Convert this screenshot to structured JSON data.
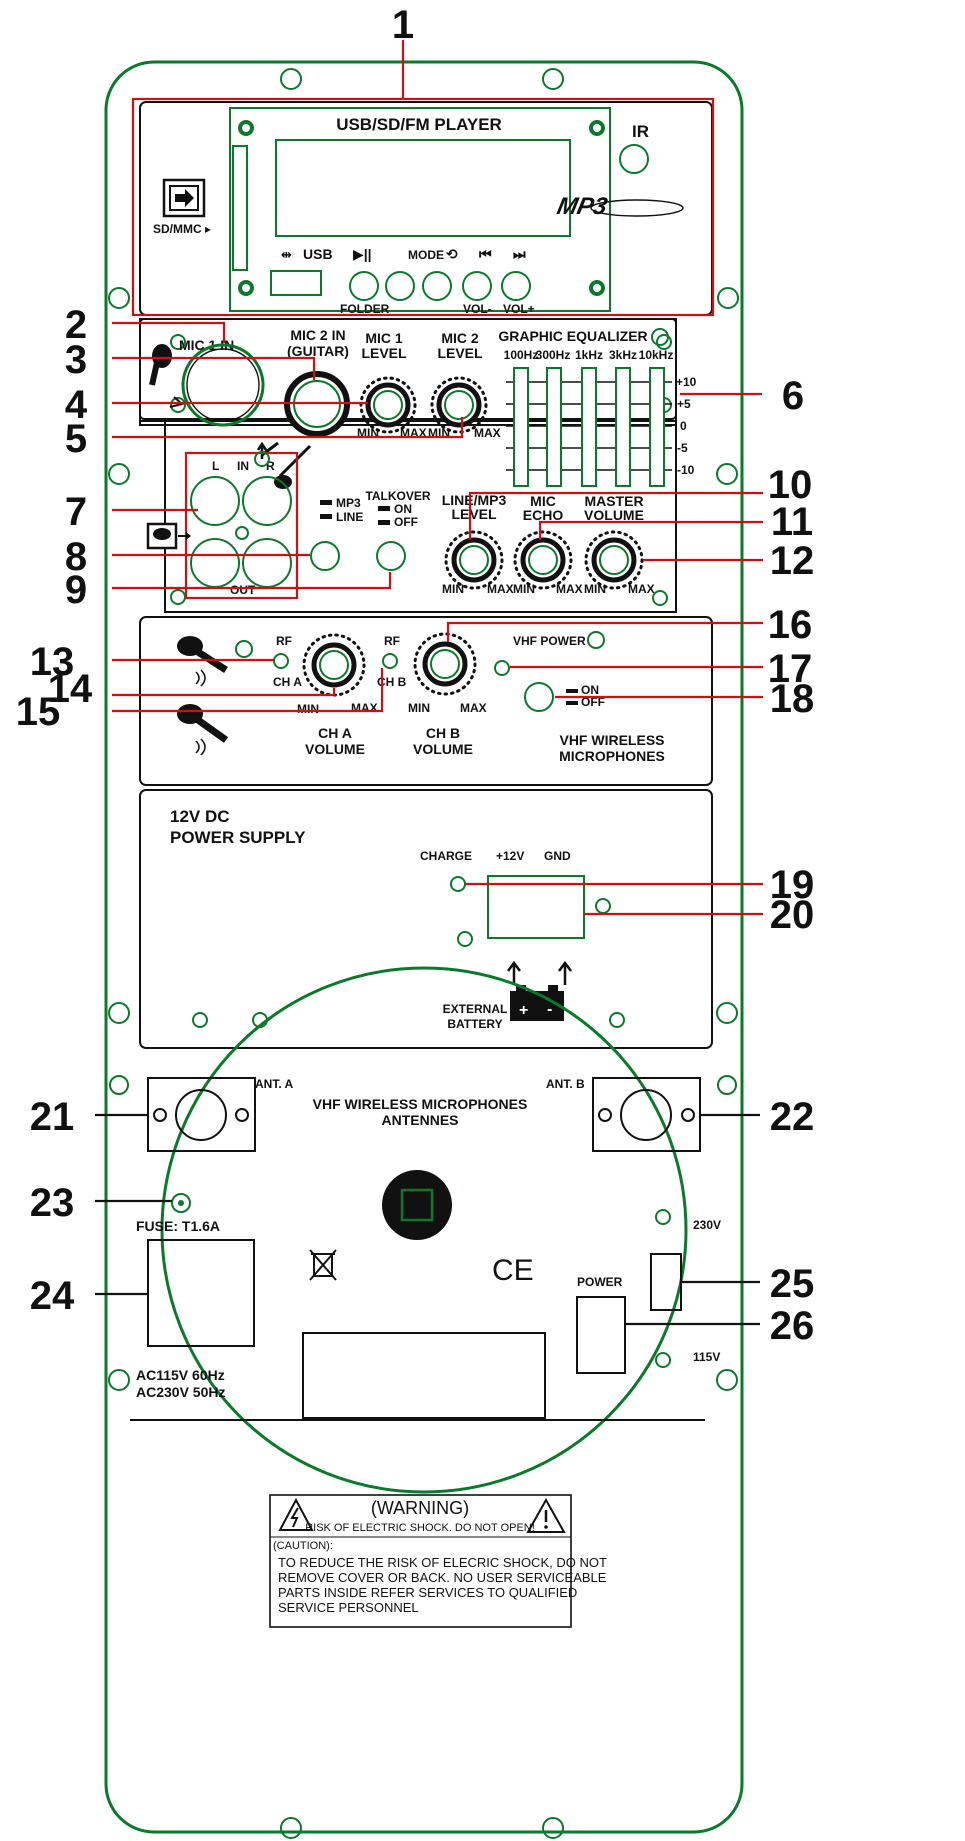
{
  "player": {
    "title": "USB/SD/FM PLAYER",
    "ir": "IR",
    "mp3_logo": "MP3",
    "sd_label": "SD/MMC ▸",
    "usb": "USB",
    "play": "▶||",
    "mode": "MODE",
    "folder": "FOLDER",
    "vol_minus": "VOL-",
    "vol_plus": "VOL+"
  },
  "mixer": {
    "mic1_in": "MIC 1 IN",
    "mic2_in_1": "MIC 2 IN",
    "mic2_in_2": "(GUITAR)",
    "mic1_level_1": "MIC 1",
    "mic1_level_2": "LEVEL",
    "mic2_level_1": "MIC 2",
    "mic2_level_2": "LEVEL",
    "min": "MIN",
    "max": "MAX",
    "eq_title": "GRAPHIC EQUALIZER",
    "eq_bands": [
      "100Hz",
      "300Hz",
      "1kHz",
      "3kHz",
      "10kHz"
    ],
    "eq_scale": [
      "+10",
      "+5",
      "0",
      "-5",
      "-10"
    ],
    "in_l": "L",
    "in_label": "IN",
    "in_r": "R",
    "out_label": "OUT",
    "mp3": "MP3",
    "line": "LINE",
    "talkover": "TALKOVER",
    "on": "ON",
    "off": "OFF",
    "line_mp3_1": "LINE/MP3",
    "line_mp3_2": "LEVEL",
    "mic_echo_1": "MIC",
    "mic_echo_2": "ECHO",
    "master_1": "MASTER",
    "master_2": "VOLUME"
  },
  "wireless": {
    "rf": "RF",
    "cha": "CH A",
    "chb": "CH B",
    "cha_vol_1": "CH A",
    "chb_vol_1": "CH B",
    "volume": "VOLUME",
    "vhf_power": "VHF POWER",
    "title_1": "VHF WIRELESS",
    "title_2": "MICROPHONES"
  },
  "power": {
    "title_1": "12V DC",
    "title_2": "POWER SUPPLY",
    "charge": "CHARGE",
    "plus12": "+12V",
    "gnd": "GND",
    "ext_1": "EXTERNAL",
    "ext_2": "BATTERY",
    "plus": "+",
    "minus": "-"
  },
  "lower": {
    "ant_a": "ANT. A",
    "ant_b": "ANT. B",
    "antennas_1": "VHF WIRELESS MICROPHONES",
    "antennas_2": "ANTENNES",
    "fuse": "FUSE: T1.6A",
    "v230": "230V",
    "v115": "115V",
    "power": "POWER",
    "ac1": "AC115V 60Hz",
    "ac2": "AC230V 50Hz",
    "ce": "CE"
  },
  "warning": {
    "title": "(WARNING)",
    "line1": "RISK OF ELECTRIC SHOCK. DO NOT OPEN!",
    "caution": "(CAUTION):",
    "body": [
      "TO REDUCE THE RISK OF ELECRIC SHOCK, DO NOT",
      "REMOVE COVER OR BACK. NO USER SERVICEABLE",
      "PARTS INSIDE REFER SERVICES TO QUALIFIED",
      "SERVICE PERSONNEL"
    ]
  },
  "callouts": [
    "1",
    "2",
    "3",
    "4",
    "5",
    "6",
    "7",
    "8",
    "9",
    "10",
    "11",
    "12",
    "13",
    "14",
    "15",
    "16",
    "17",
    "18",
    "19",
    "20",
    "21",
    "22",
    "23",
    "24",
    "25",
    "26"
  ]
}
